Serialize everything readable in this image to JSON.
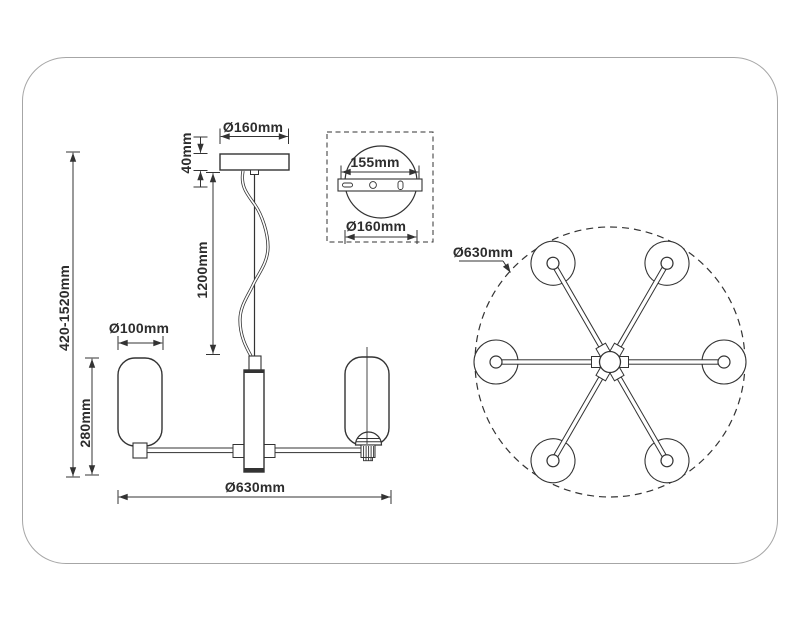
{
  "style": {
    "line_color": "#333333",
    "text_color": "#2d2d2d",
    "frame_color": "#a6a6a6",
    "background": "#ffffff"
  },
  "front_view": {
    "labels": {
      "canopy_diameter": "Ø160mm",
      "canopy_height": "40mm",
      "suspension_length": "1200mm",
      "overall_height": "420-1520mm",
      "shade_diameter": "Ø100mm",
      "shade_height": "280mm",
      "overall_diameter": "Ø630mm"
    }
  },
  "detail_view": {
    "labels": {
      "bracket_length": "155mm",
      "plate_diameter": "Ø160mm"
    }
  },
  "top_view": {
    "arm_count": 6,
    "labels": {
      "overall_diameter": "Ø630mm"
    }
  }
}
